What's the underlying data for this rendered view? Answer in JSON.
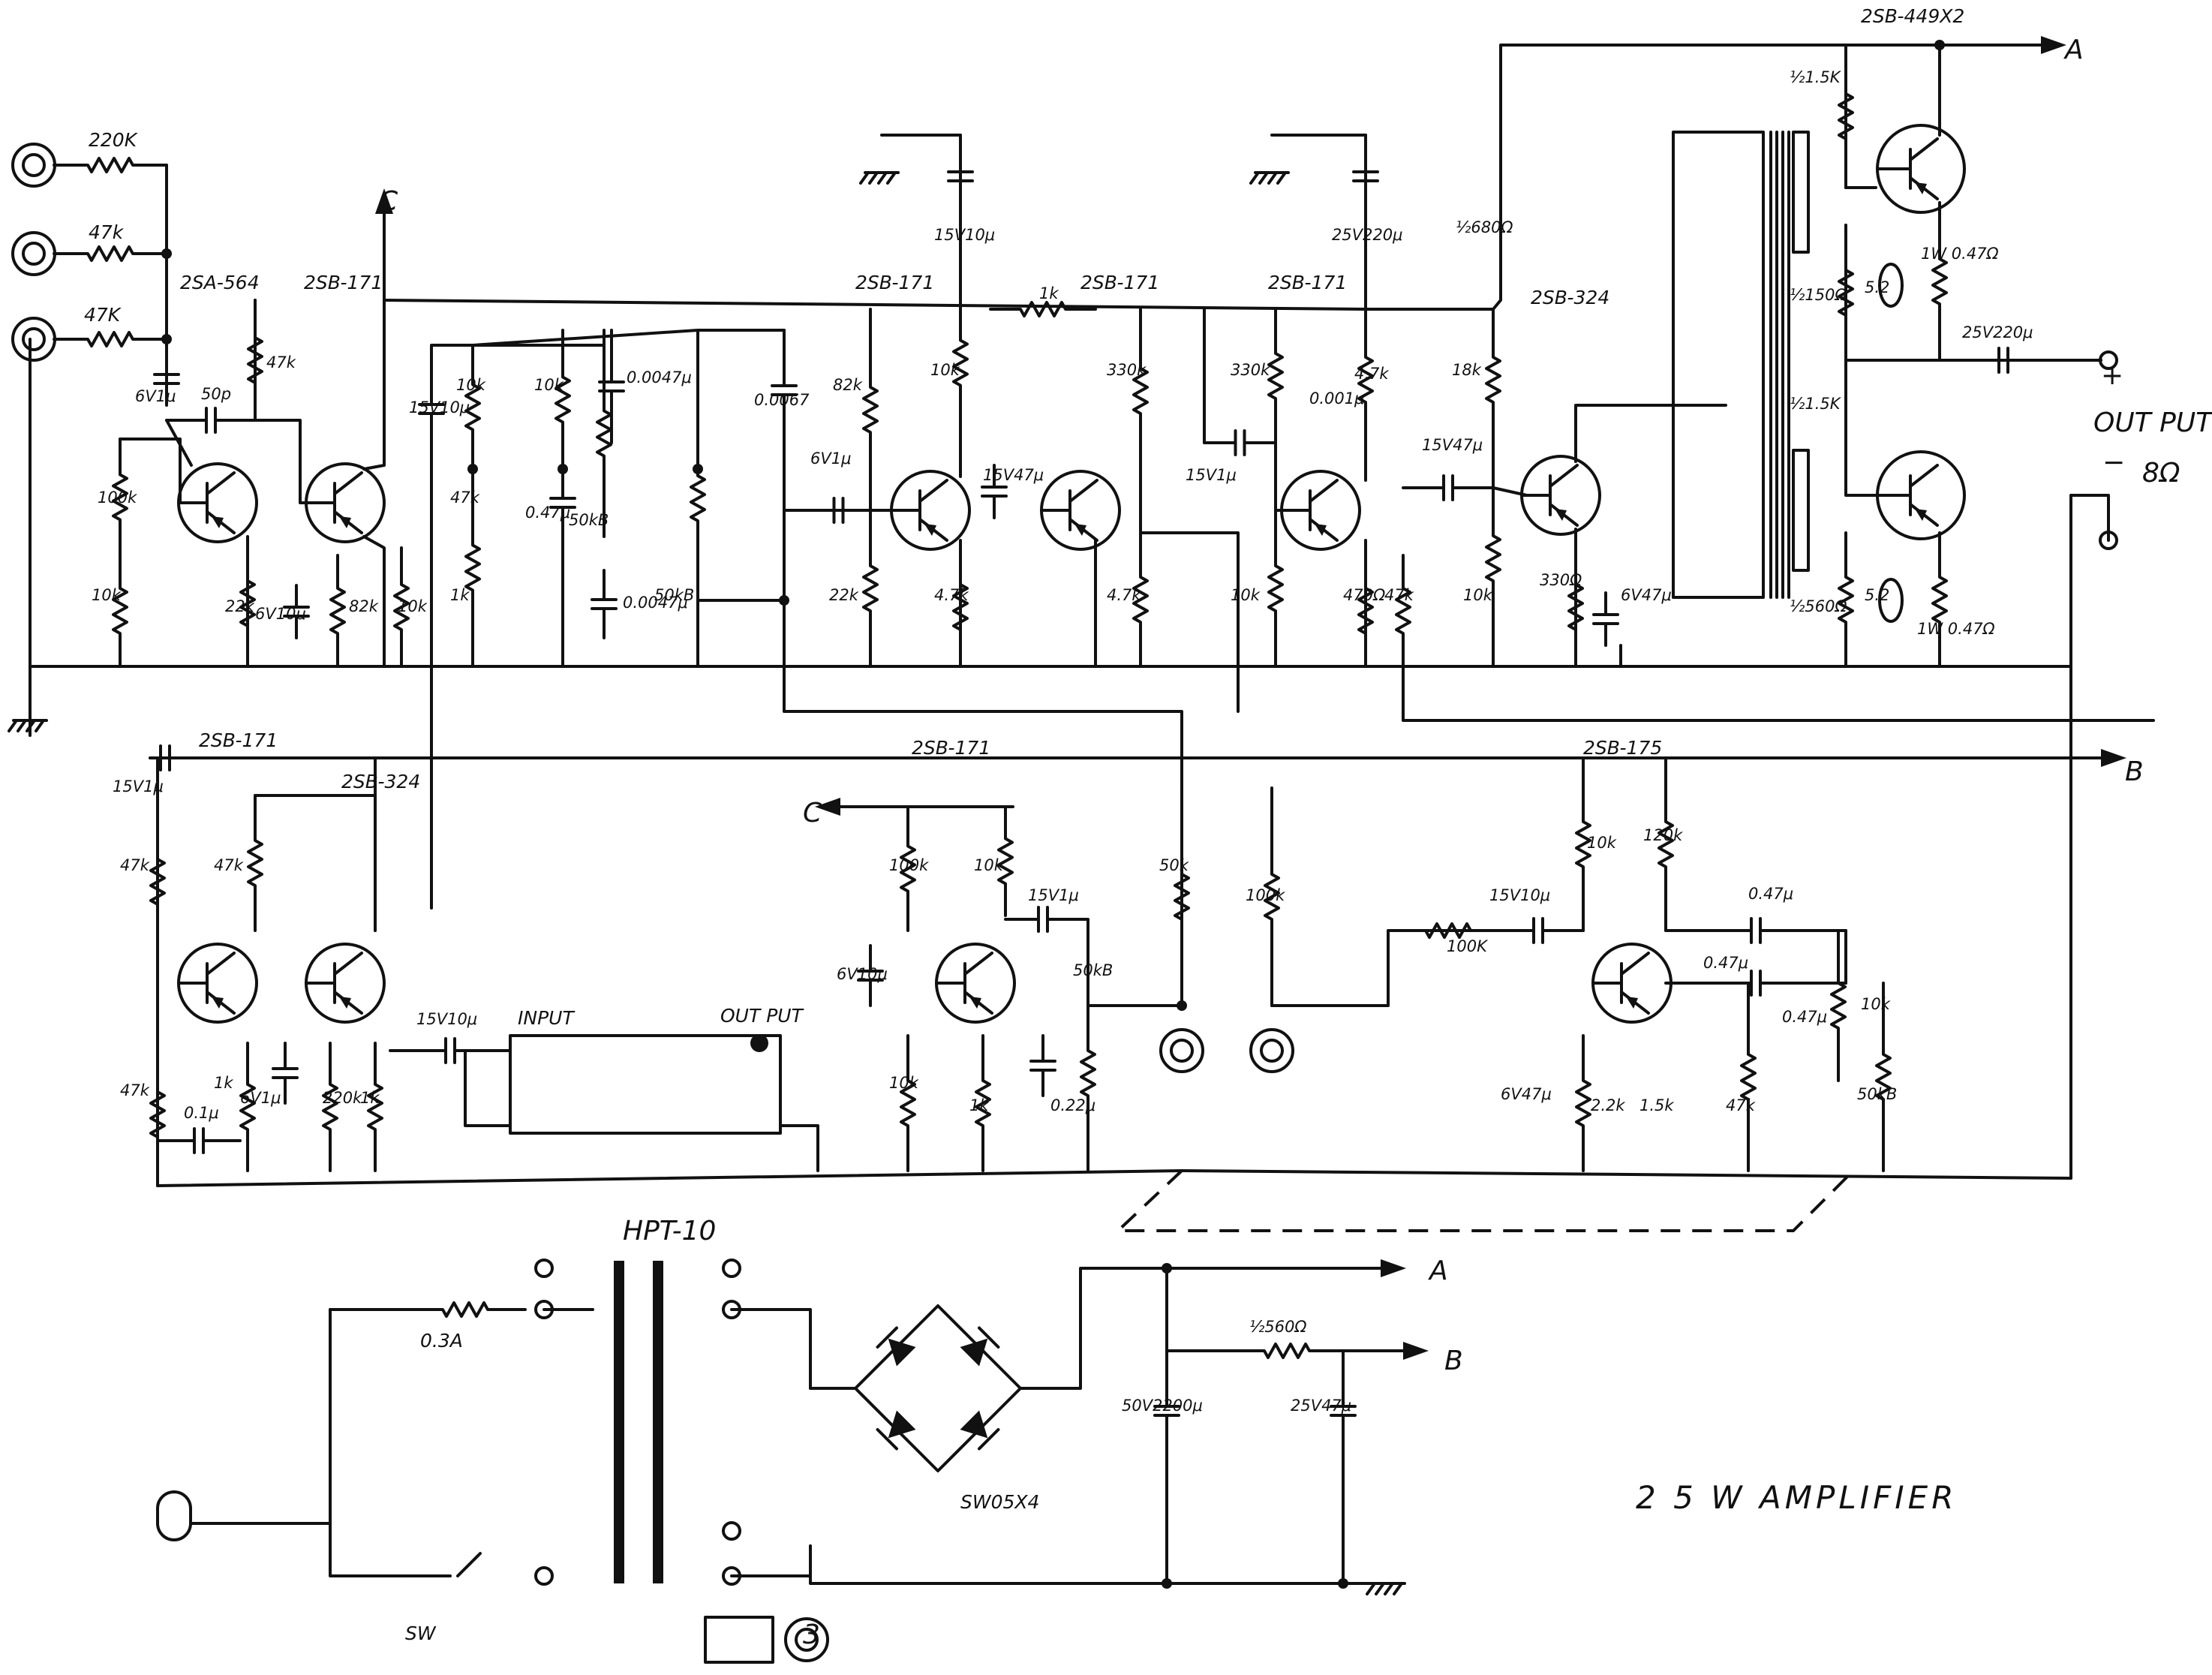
{
  "title": "2 5 W AMPLIFIER",
  "rails": {
    "A": "A",
    "B": "B",
    "C": "C",
    "output_label": "OUT PUT",
    "output_impedance": "8Ω",
    "output_plus": "+",
    "output_minus": "−"
  },
  "transistors": {
    "q1": "2SA-564",
    "q2": "2SB-171",
    "q3": "2SB-171",
    "q4": "2SB-171",
    "q5": "2SB-171",
    "q6": "2SB-324",
    "q_out": "2SB-449X2",
    "q7": "2SB-171",
    "q8": "2SB-324",
    "q9": "2SB-171",
    "q10": "2SB-175"
  },
  "components": {
    "r_in1": "220K",
    "r_in2": "47k",
    "r_in3": "47K",
    "c_in": "6V1μ",
    "c_50p": "50p",
    "r_100k_a": "100k",
    "r_10k_a": "10k",
    "r_47k_a": "47k",
    "r_22k_a": "22k",
    "c_6v10": "6V10μ",
    "r_82k_a": "82k",
    "r_10k_b": "10k",
    "c_15v10_a": "15V10μ",
    "r_10k_c": "10k",
    "r_47k_b": "47k",
    "r_1k_a": "1k",
    "r_10k_d": "10k",
    "c_047_a": "0.47μ",
    "pot_50kb_a": "50kB",
    "c_0047_a": "0.0047μ",
    "c_0047_b": "0.0047μ",
    "pot_50kb_b": "50kB",
    "c_0067": "0.0067",
    "c_15v10_b": "15V10μ",
    "r_82k_b": "82k",
    "r_22k_b": "22k",
    "c_6v1": "6V1μ",
    "r_10k_e": "10k",
    "c_15v47": "15V47μ",
    "r_47k_c": "4.7k",
    "r_1k_b": "1k",
    "r_330k_a": "330k",
    "r_47k_d": "4.7k",
    "c_25v220_a": "25V220μ",
    "c_15v1": "15V1μ",
    "r_330k_b": "330k",
    "c_0001": "0.001μ",
    "r_47k_e": "4.7k",
    "c_15v47_b": "15V47μ",
    "r_10k_f": "10k",
    "r_470_a": "470Ω",
    "r_47k_f": "47k",
    "r_18k": "18k",
    "r_680_a": "½680Ω",
    "r_10k_g": "10k",
    "r_330_a": "330Ω",
    "c_6v47": "6V47μ",
    "r_15k_a": "½1.5K",
    "r_150_a": "½150Ω",
    "lamp_a": "5.2",
    "r_047_a": "1W 0.47Ω",
    "c_25v220_b": "25V220μ",
    "r_15k_b": "½1.5K",
    "r_560_a": "½560Ω",
    "lamp_b": "5.2",
    "r_047_b": "1W 0.47Ω",
    "c_15v1_b": "15V1μ",
    "r_47k_g": "47k",
    "r_47k_h": "47k",
    "r_47k_i": "47k",
    "c_01": "0.1μ",
    "r_1k_c": "1k",
    "c_6v1_b": "6V1μ",
    "r_220k": "220k",
    "r_1k_d": "1k",
    "c_15v10_c": "15V10μ",
    "input_label": "INPUT",
    "output_label_2": "OUT PUT",
    "c_6v10_b": "6V10μ",
    "r_100k_b": "100k",
    "r_10k_h": "10k",
    "r_10k_i": "10k",
    "c_15v1_c": "15V1μ",
    "pot_50kb_c": "50kB",
    "r_1k_e": "1k",
    "c_022": "0.22μ",
    "r_50k": "50k",
    "r_100k_c": "100k",
    "r_100k_d": "100K",
    "c_15v10_d": "15V10μ",
    "r_10k_j": "10k",
    "r_120k": "120k",
    "c_047_b": "0.47μ",
    "c_047_c": "0.47μ",
    "c_047_d": "0.47μ",
    "r_10k_k": "10k",
    "pot_50kb_d": "50kB",
    "c_6v47_b": "6V47μ",
    "r_22k_c": "2.2k",
    "r_15k_c": "1.5k",
    "r_47k_j": "47k",
    "transformer": "HPT-10",
    "fuse": "0.3A",
    "switch": "SW",
    "bridge": "SW05X4",
    "c_50v2200": "50V2200μ",
    "r_560": "½560Ω",
    "c_25v47": "25V47μ",
    "lamp_num": "3"
  }
}
